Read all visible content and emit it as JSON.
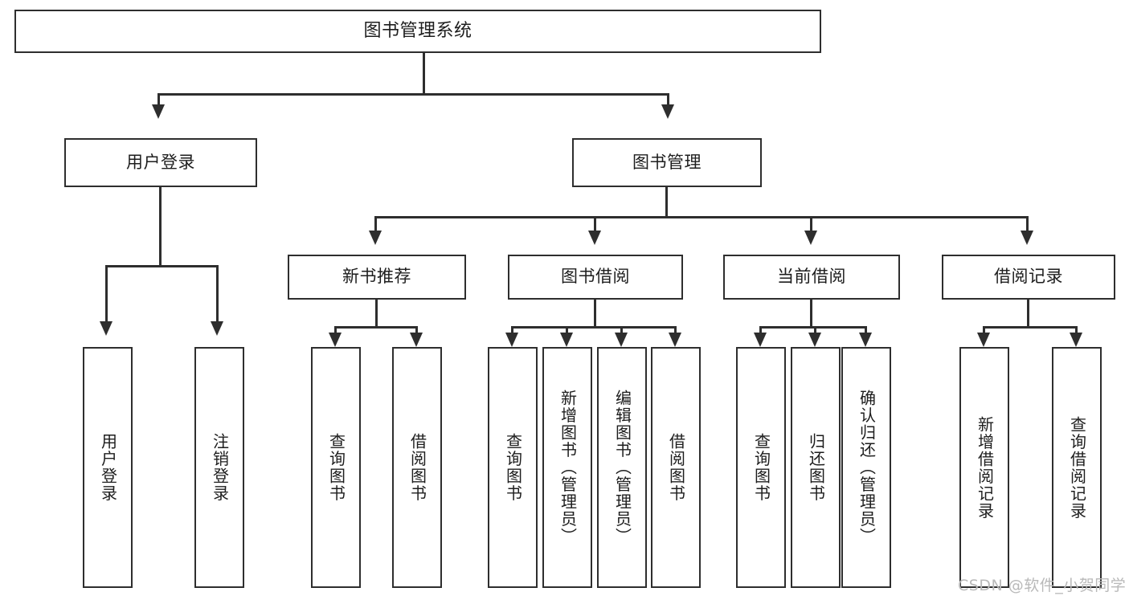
{
  "diagram": {
    "type": "tree-hierarchy",
    "title": "图书管理系统",
    "watermark": "CSDN @软件_小贺同学",
    "root": {
      "label": "图书管理系统"
    },
    "level2": [
      {
        "label": "用户登录"
      },
      {
        "label": "图书管理"
      }
    ],
    "level3": [
      {
        "label": "新书推荐"
      },
      {
        "label": "图书借阅"
      },
      {
        "label": "当前借阅"
      },
      {
        "label": "借阅记录"
      }
    ],
    "leaves": {
      "user_login": [
        {
          "label": "用户登录"
        },
        {
          "label": "注销登录"
        }
      ],
      "new_book_recommend": [
        {
          "label": "查询图书"
        },
        {
          "label": "借阅图书"
        }
      ],
      "book_borrow": [
        {
          "label": "查询图书"
        },
        {
          "label": "新增图书（管理员）"
        },
        {
          "label": "编辑图书（管理员）"
        },
        {
          "label": "借阅图书"
        }
      ],
      "current_borrow": [
        {
          "label": "查询图书"
        },
        {
          "label": "归还图书"
        },
        {
          "label": "确认归还（管理员）"
        }
      ],
      "borrow_record": [
        {
          "label": "新增借阅记录"
        },
        {
          "label": "查询借阅记录"
        }
      ]
    },
    "colors": {
      "stroke": "#2e2e2e",
      "fill": "#ffffff",
      "text": "#1d1d1d",
      "watermark": "#b9b9b9"
    }
  }
}
